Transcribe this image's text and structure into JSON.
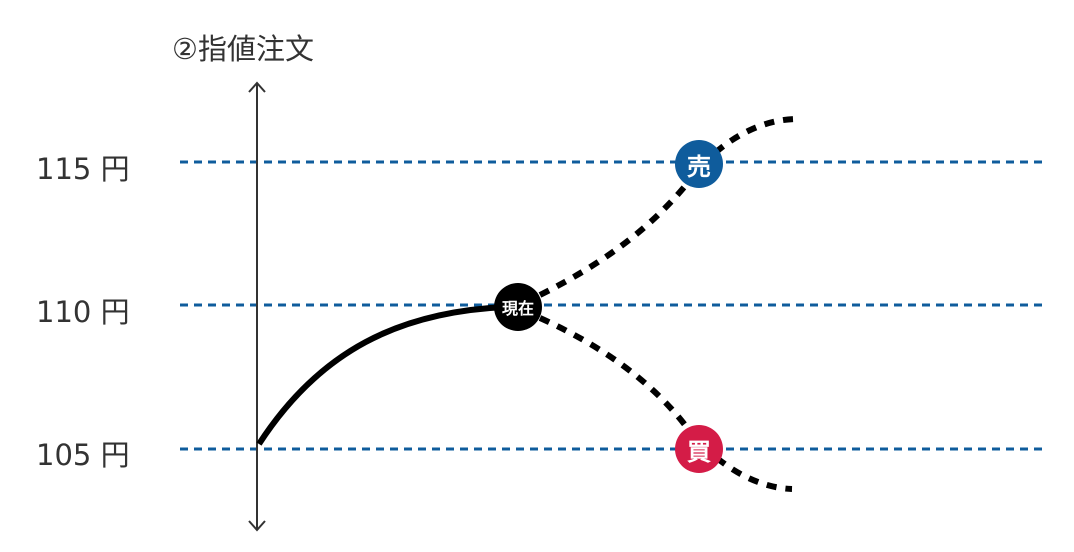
{
  "title": "②指値注文",
  "levels": [
    {
      "value": 115,
      "label": "115 円"
    },
    {
      "value": 110,
      "label": "110 円"
    },
    {
      "value": 105,
      "label": "105 円"
    }
  ],
  "markers": {
    "current": {
      "label": "現在",
      "color": "#000000"
    },
    "sell": {
      "label": "売",
      "color": "#0f5c9c"
    },
    "buy": {
      "label": "買",
      "color": "#d41c47"
    }
  },
  "line_color": "#0f5c9c"
}
